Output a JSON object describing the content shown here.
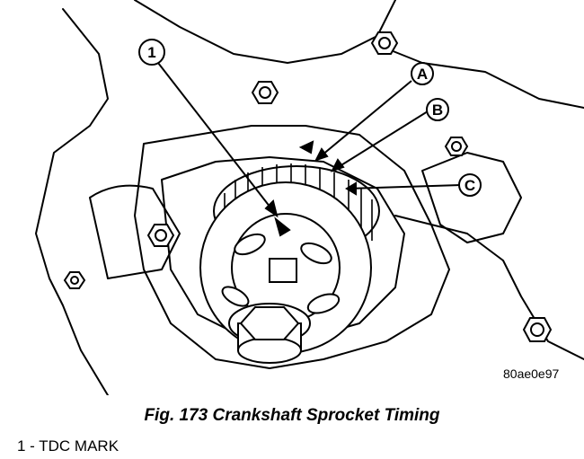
{
  "illustration": {
    "callouts": [
      {
        "id": "callout-1",
        "label": "1"
      },
      {
        "id": "callout-a",
        "label": "A"
      },
      {
        "id": "callout-b",
        "label": "B"
      },
      {
        "id": "callout-c",
        "label": "C"
      }
    ],
    "ref_code": "80ae0e97"
  },
  "caption": "Fig. 173 Crankshaft Sprocket Timing",
  "legend": [
    {
      "text": "1 - TDC MARK"
    }
  ]
}
